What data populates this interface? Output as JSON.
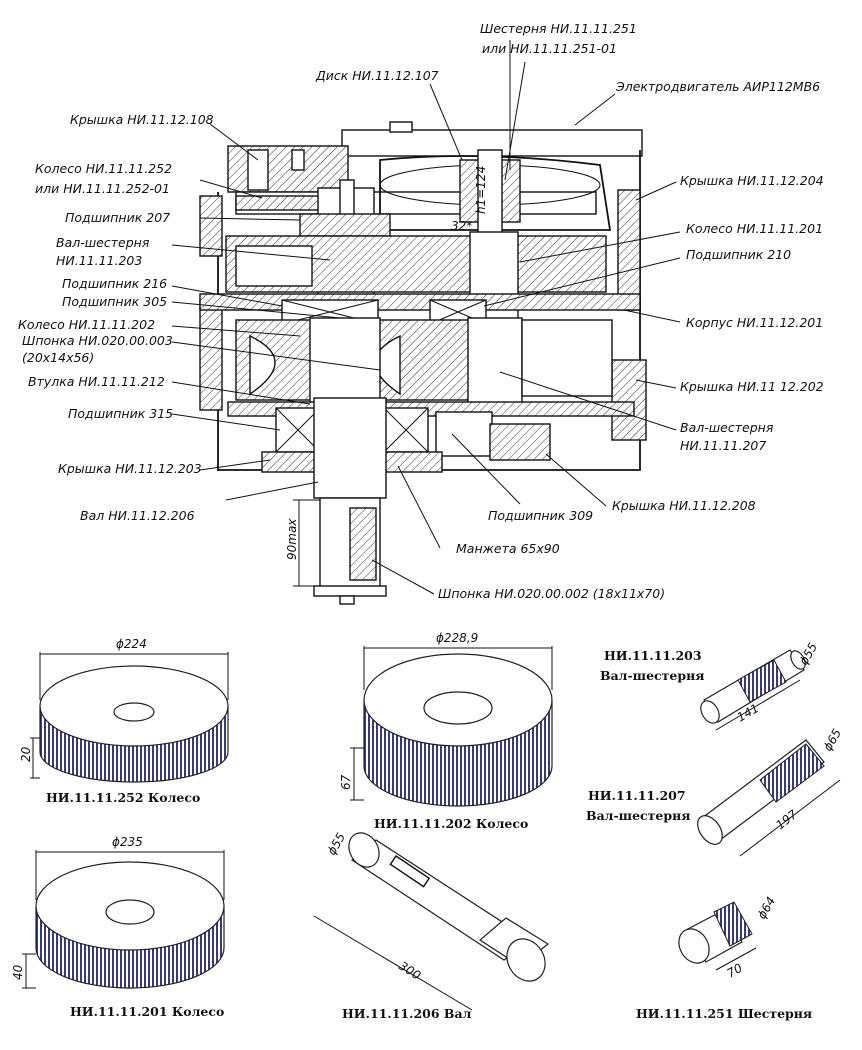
{
  "assembly": {
    "labels": {
      "gear_251": "Шестерня НИ.11.11.251",
      "gear_251_alt": "или НИ.11.11.251-01",
      "disk_107": "Диск НИ.11.12.107",
      "motor": "Электродвигатель АИР112МВ6",
      "cover_108": "Крышка НИ.11.12.108",
      "wheel_252": "Колесо НИ.11.11.252",
      "wheel_252_alt": "или НИ.11.11.252-01",
      "bearing_207": "Подшипник 207",
      "shaft_gear_203": "Вал-шестерня",
      "shaft_gear_203_num": "НИ.11.11.203",
      "bearing_216": "Подшипник 216",
      "bearing_305": "Подшипник 305",
      "wheel_202": "Колесо НИ.11.11.202",
      "key_003": "Шпонка НИ.020.00.003",
      "key_003_dim": "(20x14x56)",
      "bushing_212": "Втулка НИ.11.11.212",
      "bearing_315": "Подшипник 315",
      "cover_203": "Крышка НИ.11.12.203",
      "shaft_206": "Вал НИ.11.12.206",
      "cover_204": "Крышка НИ.11.12.204",
      "wheel_201": "Колесо НИ.11.11.201",
      "bearing_210": "Подшипник 210",
      "housing_201": "Корпус НИ.11.12.201",
      "cover_202": "Крышка НИ.11 12.202",
      "shaft_gear_207": "Вал-шестерня",
      "shaft_gear_207_num": "НИ.11.11.207",
      "cover_208": "Крышка НИ.11.12.208",
      "bearing_309": "Подшипник 309",
      "seal": "Манжета 65х90",
      "key_002": "Шпонка НИ.020.00.002 (18х11х70)"
    },
    "dims": {
      "d_inner": "32*",
      "h_inner": "h1=124",
      "shaft_len": "90max"
    }
  },
  "parts": [
    {
      "caption": "НИ.11.11.252 Колесо",
      "dia": "ϕ224",
      "width": "20"
    },
    {
      "caption": "НИ.11.11.202 Колесо",
      "dia": "ϕ228,9",
      "width": "67"
    },
    {
      "caption": "НИ.11.11.201 Колесо",
      "dia": "ϕ235",
      "width": "40"
    },
    {
      "caption": "НИ.11.11.206 Вал",
      "dia": "ϕ55",
      "length": "300"
    },
    {
      "caption_num": "НИ.11.11.203",
      "caption_name": "Вал-шестерня",
      "dia": "ϕ55",
      "length": "141"
    },
    {
      "caption_num": "НИ.11.11.207",
      "caption_name": "Вал-шестерня",
      "dia": "ϕ65",
      "length": "197"
    },
    {
      "caption": "НИ.11.11.251 Шестерня",
      "dia": "ϕ64",
      "length": "70"
    }
  ]
}
